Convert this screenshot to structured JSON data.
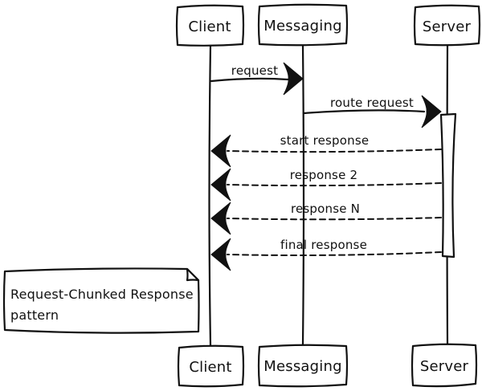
{
  "diagram": {
    "kind": "sequence-diagram",
    "style": "hand-drawn sketch",
    "background_color": "#ffffff",
    "stroke_color": "#111111"
  },
  "actors": [
    {
      "id": "client",
      "label": "Client"
    },
    {
      "id": "messaging",
      "label": "Messaging"
    },
    {
      "id": "server",
      "label": "Server"
    }
  ],
  "messages": [
    {
      "from": "Client",
      "to": "Messaging",
      "label": "request",
      "line": "solid"
    },
    {
      "from": "Messaging",
      "to": "Server",
      "label": "route request",
      "line": "solid"
    },
    {
      "from": "Server",
      "to": "Client",
      "label": "start response",
      "line": "dashed"
    },
    {
      "from": "Server",
      "to": "Client",
      "label": "response 2",
      "line": "dashed"
    },
    {
      "from": "Server",
      "to": "Client",
      "label": "response N",
      "line": "dashed"
    },
    {
      "from": "Server",
      "to": "Client",
      "label": "final response",
      "line": "dashed"
    }
  ],
  "note": {
    "line1": "Request-Chunked Response",
    "line2": "pattern"
  }
}
